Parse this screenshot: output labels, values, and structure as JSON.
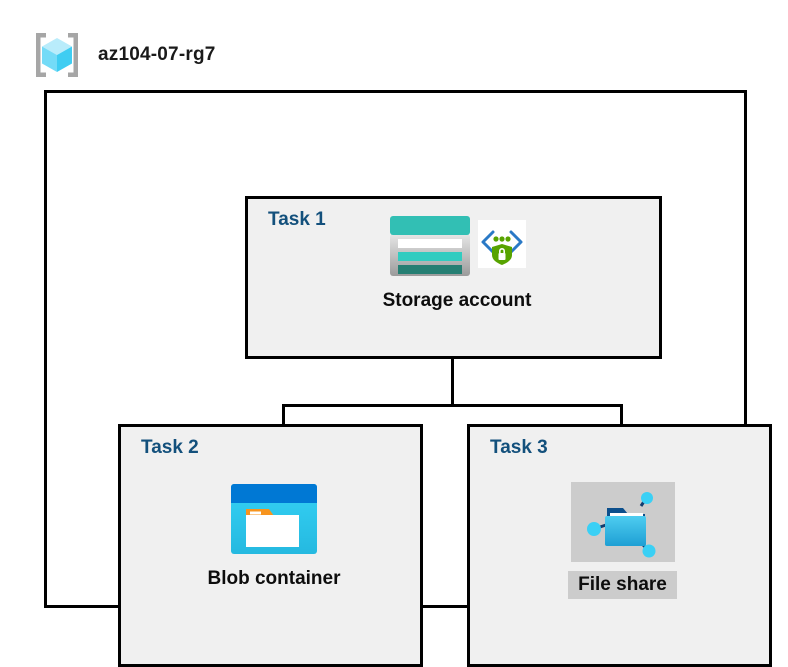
{
  "resource_group": {
    "name": "az104-07-rg7",
    "icon": "resource-group-cube-icon"
  },
  "tasks": [
    {
      "id": "task1",
      "label": "Task 1",
      "node": {
        "caption": "Storage account",
        "icons": [
          "storage-account-icon",
          "private-endpoint-icon"
        ],
        "highlighted": false
      }
    },
    {
      "id": "task2",
      "label": "Task 2",
      "node": {
        "caption": "Blob container",
        "icons": [
          "blob-container-icon"
        ],
        "highlighted": false
      }
    },
    {
      "id": "task3",
      "label": "Task 3",
      "node": {
        "caption": "File share",
        "icons": [
          "file-share-icon"
        ],
        "highlighted": true
      }
    }
  ],
  "colors": {
    "task_label": "#13507c",
    "box_border": "#000000",
    "box_fill": "#f0f0f0",
    "canvas": "#ffffff",
    "highlight": "#cccccc",
    "storage_teal": "#32bfb4",
    "storage_teal_dark": "#267f73",
    "blob_blue": "#0078d4",
    "blob_cyan": "#32c8f0",
    "blob_orange": "#f7941e",
    "fileshare_blue": "#32b6e0",
    "endpoint_green": "#57a300",
    "endpoint_blue": "#2a79c6",
    "rg_cube_cyan": "#9fe6fb",
    "rg_bracket_gray": "#a6a6a6"
  }
}
